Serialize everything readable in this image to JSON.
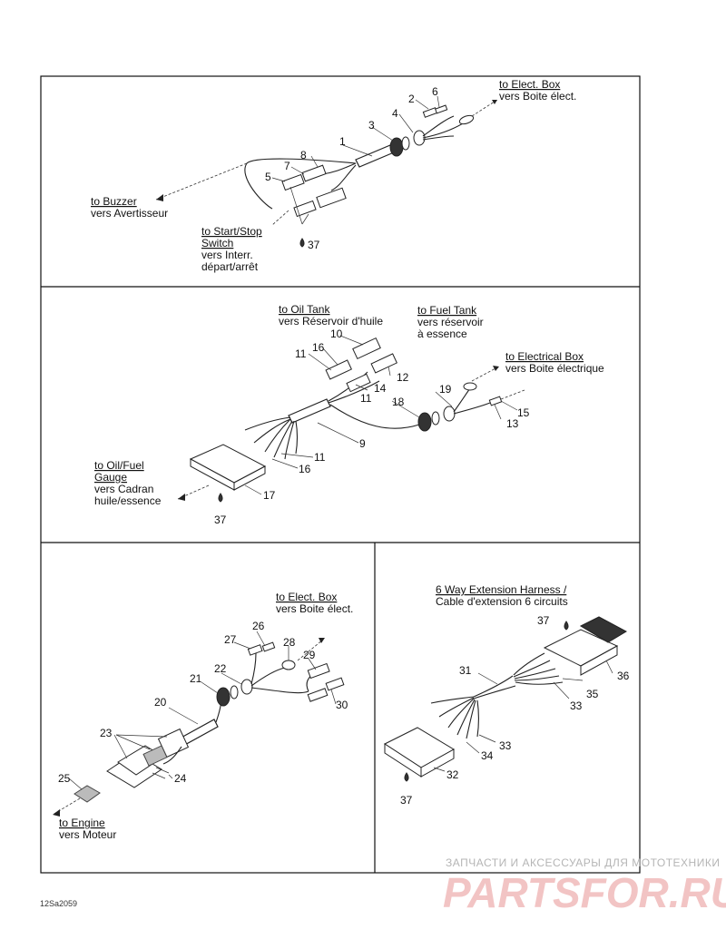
{
  "panel1": {
    "to_elect_box": "to Elect. Box",
    "vers_boite_elect": "vers Boite élect.",
    "to_buzzer": "to Buzzer",
    "vers_avertisseur": "vers Avertisseur",
    "to_start_stop": "to Start/Stop",
    "switch": "Switch",
    "vers_interr": "vers Interr.",
    "depart_arret": "départ/arrêt",
    "callouts": [
      "1",
      "2",
      "3",
      "4",
      "5",
      "6",
      "7",
      "8",
      "37"
    ]
  },
  "panel2": {
    "to_oil_tank": "to Oil Tank",
    "vers_reservoir_huile": "vers Réservoir d'huile",
    "to_fuel_tank": "to Fuel Tank",
    "vers_reservoir": "vers réservoir",
    "a_essence": "à essence",
    "to_electrical_box": "to Electrical Box",
    "vers_boite_electrique": "vers Boite électrique",
    "to_oil_fuel": "to Oil/Fuel",
    "gauge": "Gauge",
    "vers_cadran": "vers Cadran",
    "huile_essence": "huile/essence",
    "callouts": [
      "9",
      "10",
      "11",
      "12",
      "13",
      "14",
      "15",
      "16",
      "17",
      "18",
      "19",
      "11",
      "11",
      "16",
      "37"
    ]
  },
  "panel3": {
    "to_elect_box": "to Elect. Box",
    "vers_boite_elect": "vers Boite élect.",
    "to_engine": "to Engine",
    "vers_moteur": "vers Moteur",
    "callouts": [
      "20",
      "21",
      "22",
      "23",
      "24",
      "25",
      "26",
      "27",
      "28",
      "29",
      "30"
    ]
  },
  "panel4": {
    "title1": "6 Way Extension Harness /",
    "title2": "Cable d'extension 6 circuits",
    "callouts": [
      "31",
      "32",
      "33",
      "33",
      "34",
      "35",
      "36",
      "37",
      "37"
    ]
  },
  "footer": {
    "code": "12Sa2059",
    "watermark_top": "ЗАПЧАСТИ И АКСЕССУАРЫ ДЛЯ МОТОТЕХНИКИ",
    "watermark_logo": "PARTSFOR.RU"
  }
}
